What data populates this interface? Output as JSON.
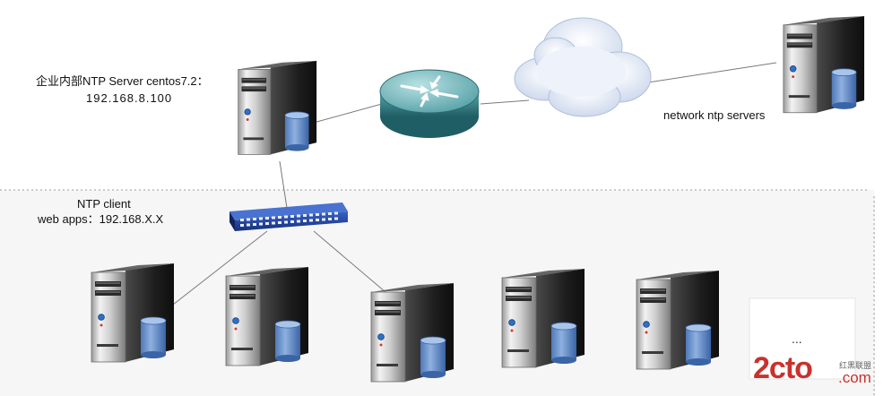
{
  "labels": {
    "server_title": "企业内部NTP Server centos7.2：",
    "server_ip": "192.168.8.100",
    "client_title": "NTP client",
    "client_apps": "web apps：192.168.X.X",
    "network_servers": "network ntp servers",
    "ellipsis": "..."
  },
  "watermark": {
    "brand": "2cto",
    "suffix": ".com",
    "cn_text": "红黑联盟"
  },
  "colors": {
    "server_dark": "#2a2a2a",
    "server_light": "#d9d9d9",
    "disk_blue": "#5b86c5",
    "router_teal": "#3f8e94",
    "switch_blue": "#22439a",
    "cloud": "#dbe4f2",
    "watermark_red": "#c8322d"
  }
}
